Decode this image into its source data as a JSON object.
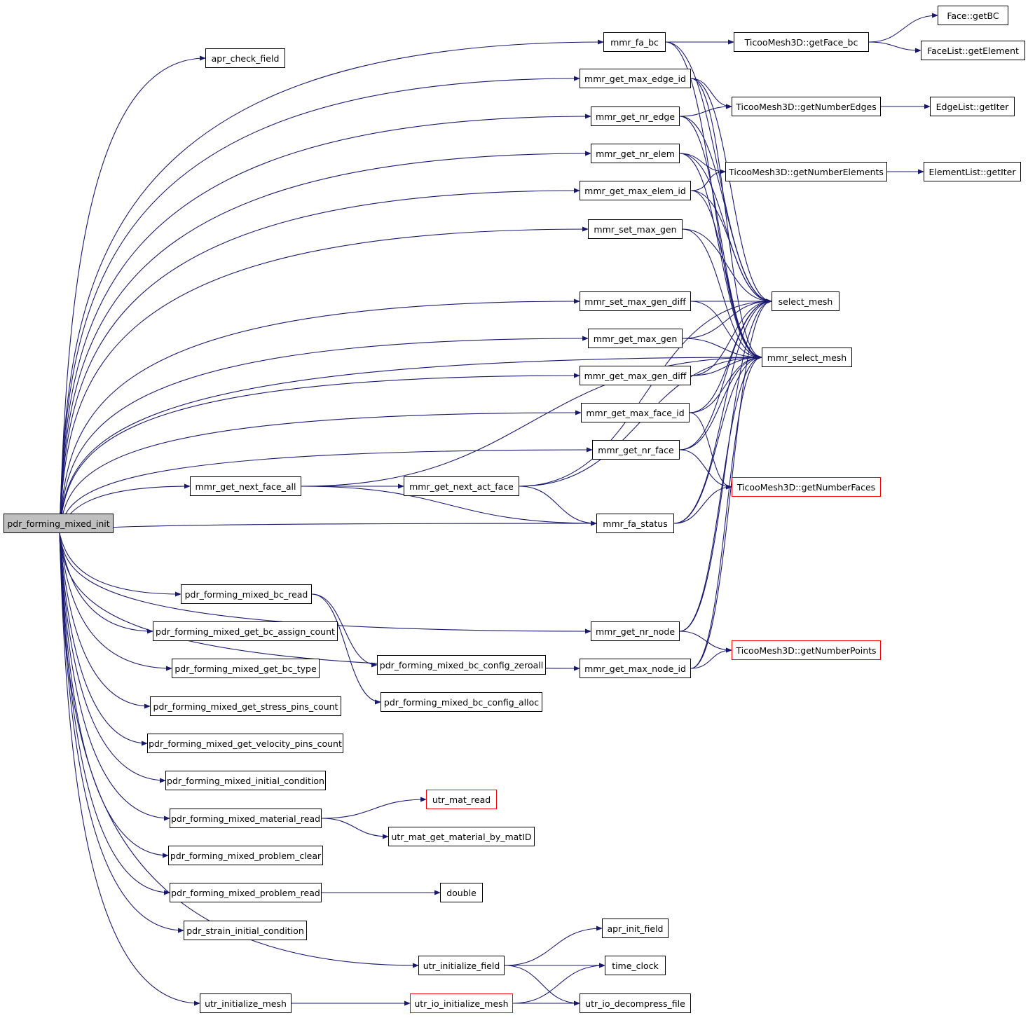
{
  "nodes": [
    {
      "id": "root",
      "label": "pdr_forming_mixed_init",
      "root": true
    },
    {
      "id": "apr_check_field",
      "label": "apr_check_field"
    },
    {
      "id": "mmr_fa_bc",
      "label": "mmr_fa_bc"
    },
    {
      "id": "mmr_get_max_edge_id",
      "label": "mmr_get_max_edge_id"
    },
    {
      "id": "mmr_get_nr_edge",
      "label": "mmr_get_nr_edge"
    },
    {
      "id": "mmr_get_nr_elem",
      "label": "mmr_get_nr_elem"
    },
    {
      "id": "mmr_get_max_elem_id",
      "label": "mmr_get_max_elem_id"
    },
    {
      "id": "mmr_set_max_gen",
      "label": "mmr_set_max_gen"
    },
    {
      "id": "mmr_set_max_gen_diff",
      "label": "mmr_set_max_gen_diff"
    },
    {
      "id": "mmr_get_max_gen",
      "label": "mmr_get_max_gen"
    },
    {
      "id": "mmr_get_max_gen_diff",
      "label": "mmr_get_max_gen_diff"
    },
    {
      "id": "mmr_get_max_face_id",
      "label": "mmr_get_max_face_id"
    },
    {
      "id": "mmr_get_nr_face",
      "label": "mmr_get_nr_face"
    },
    {
      "id": "mmr_get_next_face_all",
      "label": "mmr_get_next_face_all"
    },
    {
      "id": "mmr_get_next_act_face",
      "label": "mmr_get_next_act_face"
    },
    {
      "id": "mmr_fa_status",
      "label": "mmr_fa_status"
    },
    {
      "id": "mmr_get_nr_node",
      "label": "mmr_get_nr_node"
    },
    {
      "id": "mmr_get_max_node_id",
      "label": "mmr_get_max_node_id"
    },
    {
      "id": "pdr_forming_mixed_bc_read",
      "label": "pdr_forming_mixed_bc_read"
    },
    {
      "id": "pdr_forming_mixed_get_bc_assign_count",
      "label": "pdr_forming_mixed_get_bc_assign_count"
    },
    {
      "id": "pdr_forming_mixed_get_bc_type",
      "label": "pdr_forming_mixed_get_bc_type"
    },
    {
      "id": "pdr_forming_mixed_get_stress_pins_count",
      "label": "pdr_forming_mixed_get_stress_pins_count"
    },
    {
      "id": "pdr_forming_mixed_get_velocity_pins_count",
      "label": "pdr_forming_mixed_get_velocity_pins_count"
    },
    {
      "id": "pdr_forming_mixed_initial_condition",
      "label": "pdr_forming_mixed_initial_condition"
    },
    {
      "id": "pdr_forming_mixed_material_read",
      "label": "pdr_forming_mixed_material_read"
    },
    {
      "id": "pdr_forming_mixed_problem_clear",
      "label": "pdr_forming_mixed_problem_clear"
    },
    {
      "id": "pdr_forming_mixed_problem_read",
      "label": "pdr_forming_mixed_problem_read"
    },
    {
      "id": "pdr_strain_initial_condition",
      "label": "pdr_strain_initial_condition"
    },
    {
      "id": "utr_initialize_field",
      "label": "utr_initialize_field"
    },
    {
      "id": "utr_initialize_mesh",
      "label": "utr_initialize_mesh"
    },
    {
      "id": "pdr_forming_mixed_bc_config_zeroall",
      "label": "pdr_forming_mixed_bc_config_zeroall"
    },
    {
      "id": "pdr_forming_mixed_bc_config_alloc",
      "label": "pdr_forming_mixed_bc_config_alloc"
    },
    {
      "id": "utr_mat_read",
      "label": "utr_mat_read",
      "truncated": true
    },
    {
      "id": "utr_mat_get_material_by_matID",
      "label": "utr_mat_get_material_by_matID"
    },
    {
      "id": "double",
      "label": "double"
    },
    {
      "id": "apr_init_field",
      "label": "apr_init_field"
    },
    {
      "id": "time_clock",
      "label": "time_clock"
    },
    {
      "id": "utr_io_decompress_file",
      "label": "utr_io_decompress_file"
    },
    {
      "id": "utr_io_initialize_mesh",
      "label": "utr_io_initialize_mesh",
      "truncated": true
    },
    {
      "id": "getFace_bc",
      "label": "TicooMesh3D::getFace_bc"
    },
    {
      "id": "getNumberEdges",
      "label": "TicooMesh3D::getNumberEdges"
    },
    {
      "id": "getNumberElements",
      "label": "TicooMesh3D::getNumberElements"
    },
    {
      "id": "select_mesh",
      "label": "select_mesh"
    },
    {
      "id": "mmr_select_mesh",
      "label": "mmr_select_mesh"
    },
    {
      "id": "getNumberFaces",
      "label": "TicooMesh3D::getNumberFaces",
      "truncated": true
    },
    {
      "id": "getNumberPoints",
      "label": "TicooMesh3D::getNumberPoints",
      "truncated": true
    },
    {
      "id": "Face_getBC",
      "label": "Face::getBC"
    },
    {
      "id": "FaceList_getElement",
      "label": "FaceList::getElement"
    },
    {
      "id": "EdgeList_getIter",
      "label": "EdgeList::getIter"
    },
    {
      "id": "ElementList_getIter",
      "label": "ElementList::getIter"
    }
  ],
  "edges": [
    [
      "root",
      "apr_check_field"
    ],
    [
      "root",
      "mmr_fa_bc"
    ],
    [
      "root",
      "mmr_get_max_edge_id"
    ],
    [
      "root",
      "mmr_get_nr_edge"
    ],
    [
      "root",
      "mmr_get_nr_elem"
    ],
    [
      "root",
      "mmr_get_max_elem_id"
    ],
    [
      "root",
      "mmr_set_max_gen"
    ],
    [
      "root",
      "mmr_set_max_gen_diff"
    ],
    [
      "root",
      "mmr_get_max_gen"
    ],
    [
      "root",
      "mmr_get_max_gen_diff"
    ],
    [
      "root",
      "mmr_get_max_face_id"
    ],
    [
      "root",
      "mmr_get_nr_face"
    ],
    [
      "root",
      "mmr_get_next_face_all"
    ],
    [
      "root",
      "mmr_fa_status"
    ],
    [
      "root",
      "mmr_get_nr_node"
    ],
    [
      "root",
      "mmr_get_max_node_id"
    ],
    [
      "root",
      "mmr_select_mesh"
    ],
    [
      "root",
      "pdr_forming_mixed_bc_read"
    ],
    [
      "root",
      "pdr_forming_mixed_get_bc_assign_count"
    ],
    [
      "root",
      "pdr_forming_mixed_get_bc_type"
    ],
    [
      "root",
      "pdr_forming_mixed_get_stress_pins_count"
    ],
    [
      "root",
      "pdr_forming_mixed_get_velocity_pins_count"
    ],
    [
      "root",
      "pdr_forming_mixed_initial_condition"
    ],
    [
      "root",
      "pdr_forming_mixed_material_read"
    ],
    [
      "root",
      "pdr_forming_mixed_problem_clear"
    ],
    [
      "root",
      "pdr_forming_mixed_problem_read"
    ],
    [
      "root",
      "pdr_strain_initial_condition"
    ],
    [
      "root",
      "utr_initialize_field"
    ],
    [
      "root",
      "utr_initialize_mesh"
    ],
    [
      "mmr_fa_bc",
      "getFace_bc"
    ],
    [
      "mmr_fa_bc",
      "select_mesh"
    ],
    [
      "mmr_fa_bc",
      "mmr_select_mesh"
    ],
    [
      "getFace_bc",
      "Face_getBC"
    ],
    [
      "getFace_bc",
      "FaceList_getElement"
    ],
    [
      "mmr_get_max_edge_id",
      "getNumberEdges"
    ],
    [
      "mmr_get_max_edge_id",
      "select_mesh"
    ],
    [
      "mmr_get_max_edge_id",
      "mmr_select_mesh"
    ],
    [
      "mmr_get_nr_edge",
      "getNumberEdges"
    ],
    [
      "mmr_get_nr_edge",
      "select_mesh"
    ],
    [
      "mmr_get_nr_edge",
      "mmr_select_mesh"
    ],
    [
      "getNumberEdges",
      "EdgeList_getIter"
    ],
    [
      "mmr_get_nr_elem",
      "getNumberElements"
    ],
    [
      "mmr_get_nr_elem",
      "select_mesh"
    ],
    [
      "mmr_get_nr_elem",
      "mmr_select_mesh"
    ],
    [
      "mmr_get_max_elem_id",
      "getNumberElements"
    ],
    [
      "mmr_get_max_elem_id",
      "select_mesh"
    ],
    [
      "mmr_get_max_elem_id",
      "mmr_select_mesh"
    ],
    [
      "getNumberElements",
      "ElementList_getIter"
    ],
    [
      "mmr_set_max_gen",
      "select_mesh"
    ],
    [
      "mmr_set_max_gen",
      "mmr_select_mesh"
    ],
    [
      "mmr_set_max_gen_diff",
      "select_mesh"
    ],
    [
      "mmr_set_max_gen_diff",
      "mmr_select_mesh"
    ],
    [
      "mmr_get_max_gen",
      "select_mesh"
    ],
    [
      "mmr_get_max_gen",
      "mmr_select_mesh"
    ],
    [
      "mmr_get_max_gen_diff",
      "select_mesh"
    ],
    [
      "mmr_get_max_gen_diff",
      "mmr_select_mesh"
    ],
    [
      "mmr_get_max_face_id",
      "select_mesh"
    ],
    [
      "mmr_get_max_face_id",
      "mmr_select_mesh"
    ],
    [
      "mmr_get_max_face_id",
      "getNumberFaces"
    ],
    [
      "mmr_get_nr_face",
      "select_mesh"
    ],
    [
      "mmr_get_nr_face",
      "mmr_select_mesh"
    ],
    [
      "mmr_get_nr_face",
      "getNumberFaces"
    ],
    [
      "mmr_get_next_face_all",
      "mmr_get_next_act_face"
    ],
    [
      "mmr_get_next_face_all",
      "mmr_fa_status"
    ],
    [
      "mmr_get_next_face_all",
      "mmr_select_mesh"
    ],
    [
      "mmr_get_next_act_face",
      "select_mesh"
    ],
    [
      "mmr_get_next_act_face",
      "mmr_select_mesh"
    ],
    [
      "mmr_get_next_act_face",
      "mmr_fa_status"
    ],
    [
      "mmr_fa_status",
      "select_mesh"
    ],
    [
      "mmr_fa_status",
      "mmr_select_mesh"
    ],
    [
      "mmr_fa_status",
      "getNumberFaces"
    ],
    [
      "mmr_get_nr_node",
      "select_mesh"
    ],
    [
      "mmr_get_nr_node",
      "mmr_select_mesh"
    ],
    [
      "mmr_get_nr_node",
      "getNumberPoints"
    ],
    [
      "mmr_get_max_node_id",
      "select_mesh"
    ],
    [
      "mmr_get_max_node_id",
      "mmr_select_mesh"
    ],
    [
      "mmr_get_max_node_id",
      "getNumberPoints"
    ],
    [
      "pdr_forming_mixed_bc_read",
      "pdr_forming_mixed_bc_config_zeroall"
    ],
    [
      "pdr_forming_mixed_bc_read",
      "pdr_forming_mixed_bc_config_alloc"
    ],
    [
      "pdr_forming_mixed_material_read",
      "utr_mat_read"
    ],
    [
      "pdr_forming_mixed_material_read",
      "utr_mat_get_material_by_matID"
    ],
    [
      "pdr_forming_mixed_problem_read",
      "double"
    ],
    [
      "utr_initialize_field",
      "apr_init_field"
    ],
    [
      "utr_initialize_field",
      "time_clock"
    ],
    [
      "utr_initialize_field",
      "utr_io_decompress_file"
    ],
    [
      "utr_initialize_mesh",
      "utr_io_initialize_mesh"
    ],
    [
      "utr_io_initialize_mesh",
      "time_clock"
    ],
    [
      "utr_io_initialize_mesh",
      "utr_io_decompress_file"
    ]
  ],
  "colors": {
    "edge": "#191970",
    "node_border": "#000000",
    "truncated_border": "#ff0000",
    "root_fill": "#bfbfbf"
  }
}
